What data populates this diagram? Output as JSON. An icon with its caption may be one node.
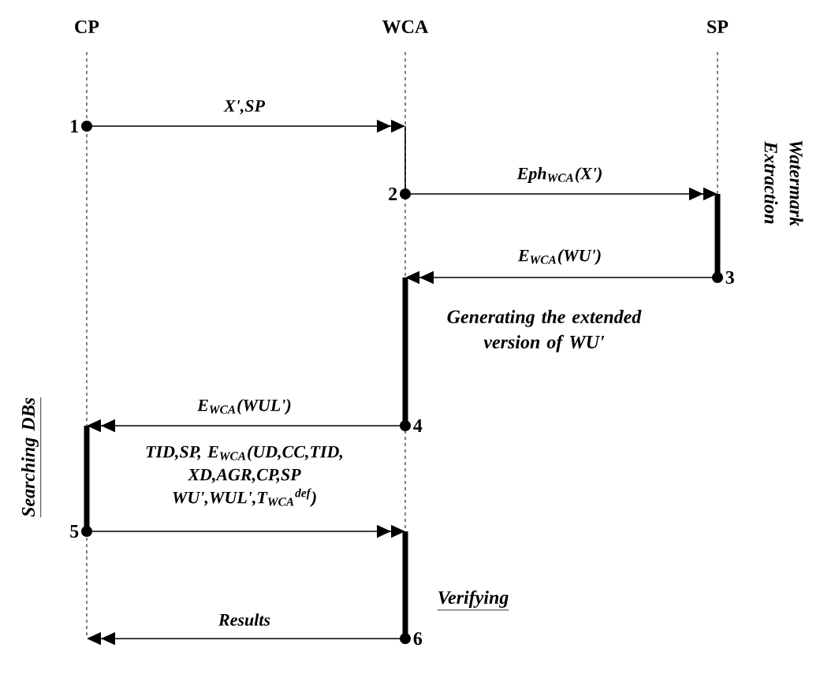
{
  "diagram": {
    "nodes": [
      {
        "text": [
          "1"
        ]
      },
      {
        "text": [
          "2"
        ]
      },
      {
        "text": [
          "3"
        ]
      },
      {
        "text": [
          "4"
        ]
      },
      {
        "text": [
          "5"
        ]
      },
      {
        "text": [
          "6"
        ]
      },
      {
        "text": [],
        "shape": "bar"
      },
      {
        "text": [],
        "shape": "bar",
        "beside": [
          "Watermark Extraction"
        ]
      },
      {
        "text": [],
        "shape": "bar",
        "beside": [
          "Generating the extended version of WU'"
        ]
      },
      {
        "text": [],
        "shape": "bar",
        "beside": [
          "Searching DBs"
        ]
      },
      {
        "text": [],
        "shape": "bar",
        "beside": [
          "Verifying"
        ]
      }
    ],
    "edges": [
      {
        "from": 0,
        "to": 6,
        "arrow": "to",
        "label": "X',SP"
      },
      {
        "from": 1,
        "to": 7,
        "arrow": "to",
        "label": "Eph$_{WCA}$(X')"
      },
      {
        "from": 2,
        "to": 8,
        "arrow": "to",
        "label": "E$_{WCA}$(WU')"
      },
      {
        "from": 3,
        "to": 9,
        "arrow": "to",
        "label": "E$_{WCA}$(WUL')"
      },
      {
        "from": 4,
        "to": 10,
        "arrow": "to",
        "label": "TID,SP, E$_{WCA}$(UD,CC,TID, XD,AGR,CP,SP WU',WUL',T$_{WCA}$$^{def}$)"
      },
      {
        "from": 5,
        "to": null,
        "arrow": "to",
        "label": "Results"
      }
    ],
    "labels": [
      "CP",
      "WCA",
      "SP"
    ]
  }
}
